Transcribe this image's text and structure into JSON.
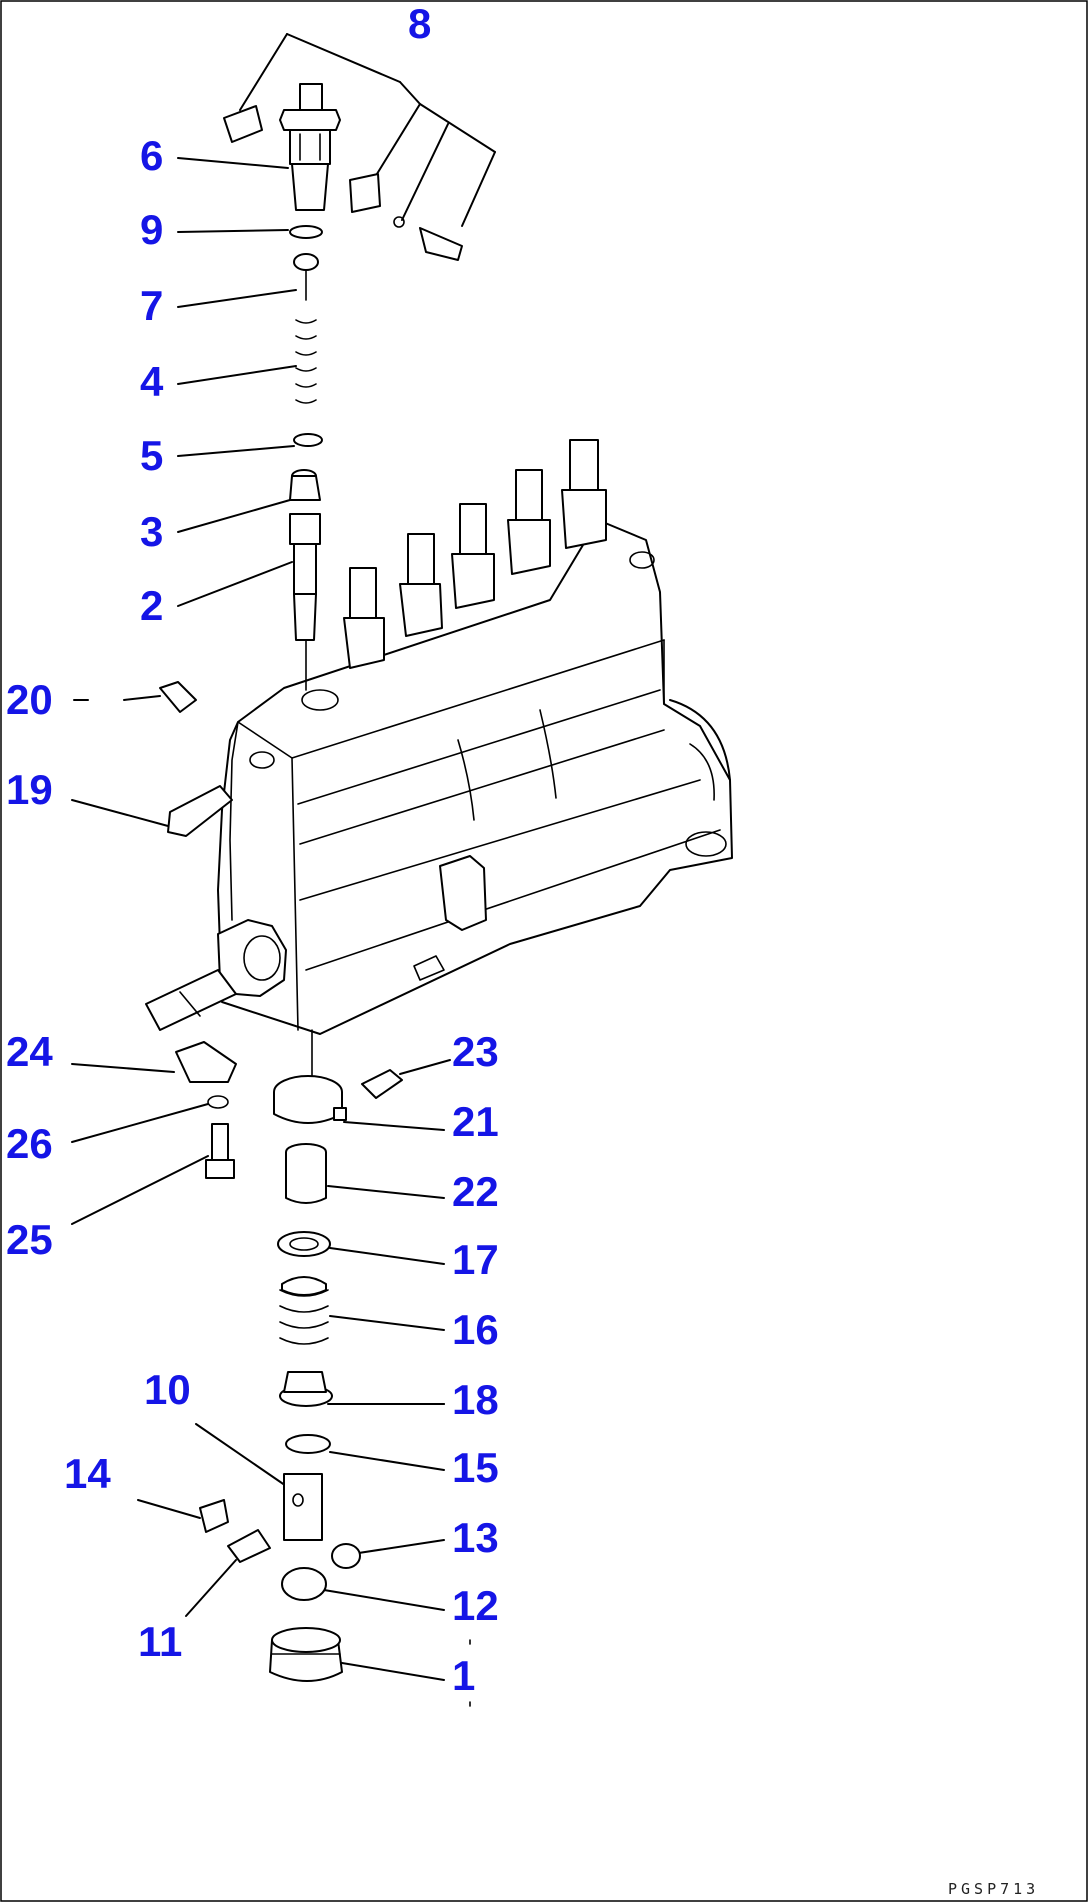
{
  "drawing_code": "PGSP713",
  "part_labels": [
    "8",
    "6",
    "9",
    "7",
    "4",
    "5",
    "3",
    "2",
    "20",
    "19",
    "24",
    "23",
    "21",
    "26",
    "22",
    "25",
    "17",
    "16",
    "10",
    "18",
    "15",
    "14",
    "13",
    "12",
    "11",
    "1"
  ]
}
